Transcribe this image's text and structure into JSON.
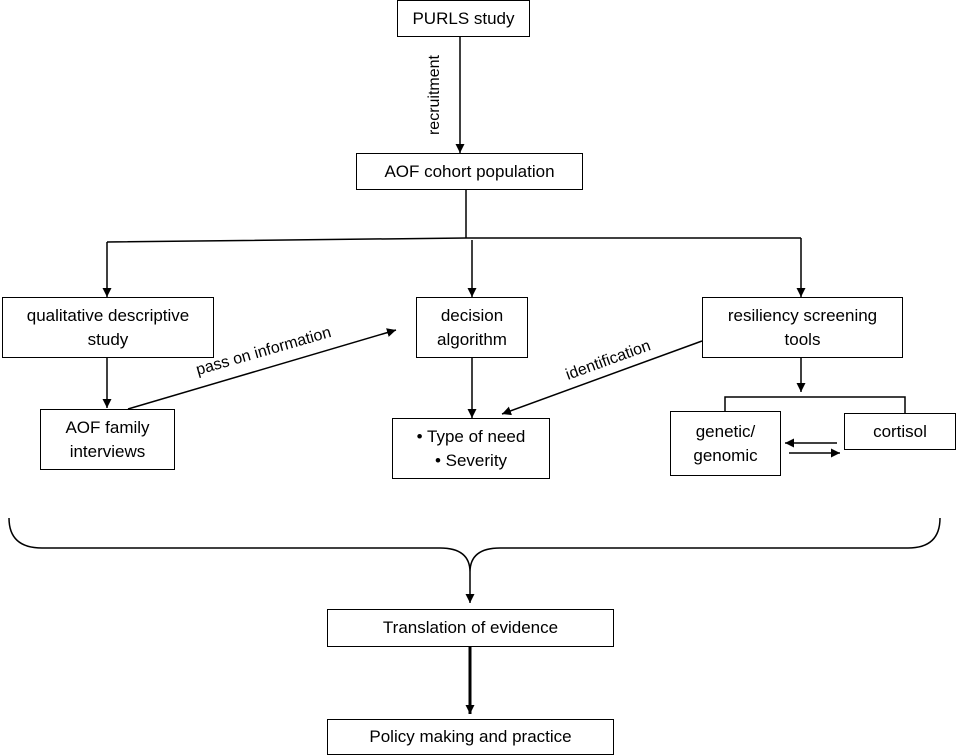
{
  "nodes": {
    "purls": "PURLS study",
    "cohort": "AOF cohort population",
    "qualitative": [
      "qualitative descriptive",
      "study"
    ],
    "decision": [
      "decision",
      "algorithm"
    ],
    "resiliency": [
      "resiliency screening",
      "tools"
    ],
    "interviews": [
      "AOF family",
      "interviews"
    ],
    "need": [
      "• Type of need",
      "• Severity"
    ],
    "genetic": [
      "genetic/",
      "genomic"
    ],
    "cortisol": "cortisol",
    "translation": "Translation of evidence",
    "policy": "Policy making and practice"
  },
  "edge_labels": {
    "recruitment": "recruitment",
    "pass_on": "pass on information",
    "identification": "identification"
  }
}
